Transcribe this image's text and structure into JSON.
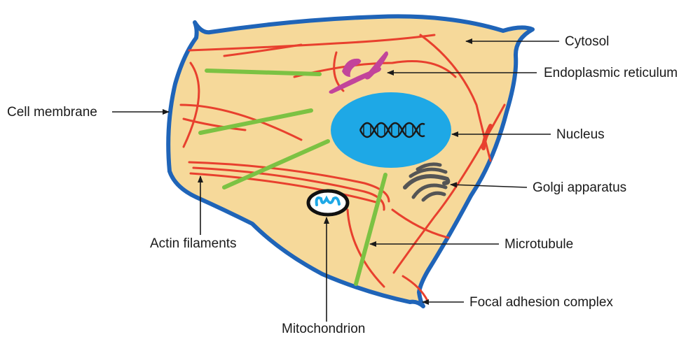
{
  "labels": {
    "cytosol": "Cytosol",
    "endoplasmic_reticulum": "Endoplasmic reticulum",
    "cell_membrane": "Cell membrane",
    "nucleus": "Nucleus",
    "golgi_apparatus": "Golgi apparatus",
    "actin_filaments": "Actin filaments",
    "microtubule": "Microtubule",
    "focal_adhesion_complex": "Focal adhesion complex",
    "mitochondrion": "Mitochondrion"
  },
  "colors": {
    "cytosol_fill": "#F6D99A",
    "membrane": "#1F64B8",
    "actin": "#E8402E",
    "microtubule": "#7CC243",
    "nucleus": "#1EA8E6",
    "er": "#C2449B",
    "golgi": "#555555",
    "dna": "#1a1a1a",
    "arrow": "#1a1a1a"
  }
}
